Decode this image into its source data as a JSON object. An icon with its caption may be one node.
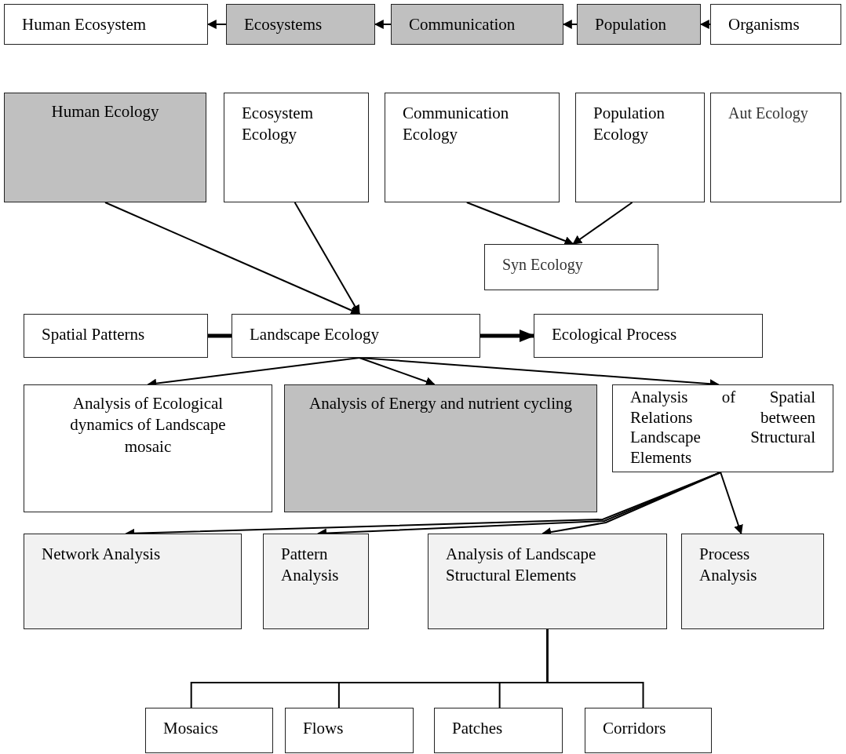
{
  "diagram": {
    "nodes": [
      {
        "text": [
          "Human Ecosystem"
        ]
      },
      {
        "text": [
          "Ecosystems"
        ]
      },
      {
        "text": [
          "Communication"
        ]
      },
      {
        "text": [
          "Population"
        ]
      },
      {
        "text": [
          "Organisms"
        ]
      },
      {
        "text": [
          "Human Ecology"
        ]
      },
      {
        "text": [
          "Ecosystem Ecology"
        ]
      },
      {
        "text": [
          "Communication Ecology"
        ]
      },
      {
        "text": [
          "Population Ecology"
        ]
      },
      {
        "text": [
          "Aut Ecology"
        ]
      },
      {
        "text": [
          "Syn Ecology"
        ]
      },
      {
        "text": [
          "Spatial Patterns"
        ]
      },
      {
        "text": [
          "Landscape Ecology"
        ]
      },
      {
        "text": [
          "Ecological Process"
        ]
      },
      {
        "text": [
          "Analysis of Ecological dynamics of Landscape mosaic"
        ]
      },
      {
        "text": [
          "Analysis of Energy and nutrient cycling"
        ]
      },
      {
        "text": [
          "Analysis of Spatial Relations between Landscape Structural Elements"
        ]
      },
      {
        "text": [
          "Network Analysis"
        ]
      },
      {
        "text": [
          "Pattern Analysis"
        ]
      },
      {
        "text": [
          "Analysis of Landscape Structural Elements"
        ]
      },
      {
        "text": [
          "Process Analysis"
        ]
      },
      {
        "text": [
          "Mosaics"
        ]
      },
      {
        "text": [
          "Flows"
        ]
      },
      {
        "text": [
          "Patches"
        ]
      },
      {
        "text": [
          "Corridors"
        ]
      }
    ],
    "edges": [
      {
        "from": 1,
        "to": 0,
        "arrow": "to"
      },
      {
        "from": 2,
        "to": 1,
        "arrow": "to"
      },
      {
        "from": 3,
        "to": 2,
        "arrow": "to"
      },
      {
        "from": 4,
        "to": 3,
        "arrow": "to"
      },
      {
        "from": 7,
        "to": 10,
        "arrow": "to"
      },
      {
        "from": 8,
        "to": 10,
        "arrow": "to"
      },
      {
        "from": 5,
        "to": 12,
        "arrow": "to"
      },
      {
        "from": 6,
        "to": 12,
        "arrow": "to"
      },
      {
        "from": 11,
        "to": 12,
        "arrow": "none",
        "style": "thick"
      },
      {
        "from": 12,
        "to": 13,
        "arrow": "to",
        "style": "thick"
      },
      {
        "from": 12,
        "to": 14,
        "arrow": "to"
      },
      {
        "from": 12,
        "to": 15,
        "arrow": "to"
      },
      {
        "from": 12,
        "to": 16,
        "arrow": "to"
      },
      {
        "from": 16,
        "to": 17,
        "arrow": "to"
      },
      {
        "from": 16,
        "to": 18,
        "arrow": "to"
      },
      {
        "from": 16,
        "to": 19,
        "arrow": "to"
      },
      {
        "from": 16,
        "to": 20,
        "arrow": "to"
      },
      {
        "from": 19,
        "to": 21,
        "arrow": "none"
      },
      {
        "from": 19,
        "to": 22,
        "arrow": "none"
      },
      {
        "from": 19,
        "to": 23,
        "arrow": "none"
      },
      {
        "from": 19,
        "to": 24,
        "arrow": "none"
      }
    ]
  }
}
